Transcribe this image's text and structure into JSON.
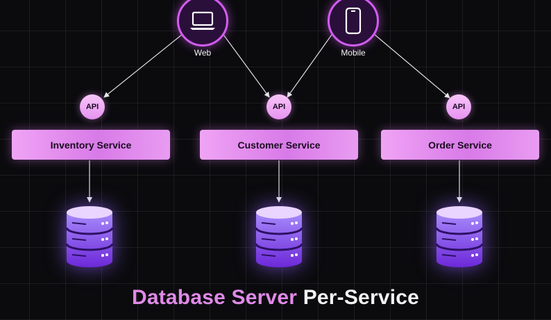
{
  "clients": [
    {
      "label": "Web",
      "icon": "laptop-icon"
    },
    {
      "label": "Mobile",
      "icon": "smartphone-icon"
    }
  ],
  "api_label": "API",
  "services": [
    {
      "label": "Inventory Service"
    },
    {
      "label": "Customer Service"
    },
    {
      "label": "Order Service"
    }
  ],
  "databases": [
    {
      "icon": "database-icon"
    },
    {
      "icon": "database-icon"
    },
    {
      "icon": "database-icon"
    }
  ],
  "title": {
    "highlight": "Database Server",
    "rest": "Per-Service"
  },
  "colors": {
    "background": "#0b0b0e",
    "accent": "#d25cf0",
    "service_fill": "#e99cf2",
    "database": "#8b5cf6"
  }
}
